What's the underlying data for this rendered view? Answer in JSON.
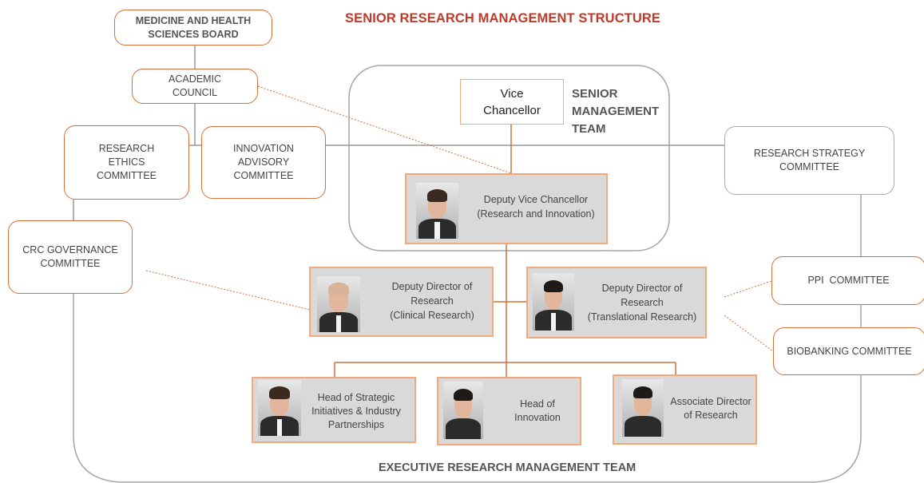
{
  "title": "SENIOR RESEARCH MANAGEMENT STRUCTURE",
  "senior_management_team": "SENIOR MANAGEMENT TEAM",
  "executive_research_management_team": "EXECUTIVE RESEARCH MANAGEMENT TEAM",
  "boxes": {
    "medicine_board": "MEDICINE AND HEALTH SCIENCES BOARD",
    "academic_council": "ACADEMIC COUNCIL",
    "research_ethics": "RESEARCH ETHICS COMMITTEE",
    "innovation_advisory": "INNOVATION ADVISORY COMMITTEE",
    "crc_governance": "CRC GOVERNANCE COMMITTEE",
    "research_strategy": "RESEARCH STRATEGY COMMITTEE",
    "ppi": "PPI  COMMITTEE",
    "biobanking": "BIOBANKING COMMITTEE"
  },
  "vice_chancellor": "Vice Chancellor",
  "people": {
    "dvc_line1": "Deputy Vice Chancellor",
    "dvc_line2": "(Research and Innovation)",
    "ddr_clinical_line1": "Deputy Director of Research",
    "ddr_clinical_line2": "(Clinical Research)",
    "ddr_translational_line1": "Deputy Director of Research",
    "ddr_translational_line2": "(Translational Research)",
    "head_strategic": "Head of Strategic Initiatives & Industry Partnerships",
    "head_innovation": "Head of Innovation",
    "associate_director": "Associate Director of Research"
  }
}
